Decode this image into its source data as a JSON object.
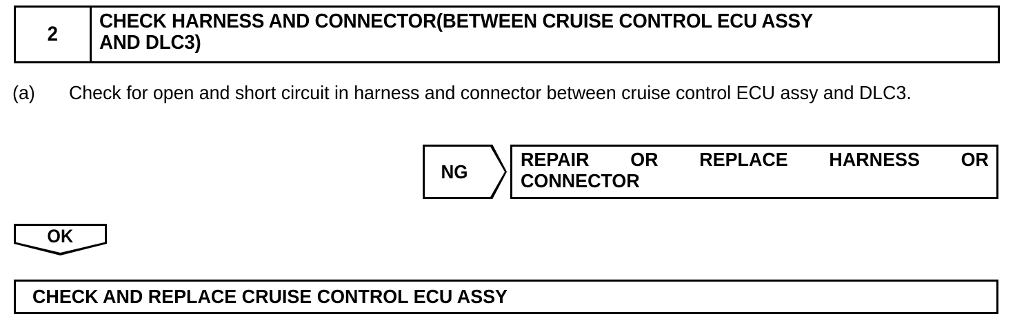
{
  "step_header": {
    "number": "2",
    "title": "CHECK HARNESS AND CONNECTOR(BETWEEN CRUISE CONTROL ECU ASSY\nAND DLC3)"
  },
  "procedure": {
    "label": "(a)",
    "text": "Check for open and short circuit in harness and connector between cruise control ECU assy and DLC3."
  },
  "ng_branch": {
    "pennant_label": "NG",
    "result_line_1": "REPAIR OR REPLACE HARNESS OR",
    "result_line_2": "CONNECTOR",
    "result_full": "REPAIR OR REPLACE HARNESS OR CONNECTOR"
  },
  "ok_branch": {
    "pennant_label": "OK"
  },
  "conclusion": {
    "text": "CHECK AND REPLACE CRUISE CONTROL ECU ASSY"
  },
  "colors": {
    "ink": "#000000",
    "paper": "#ffffff"
  }
}
